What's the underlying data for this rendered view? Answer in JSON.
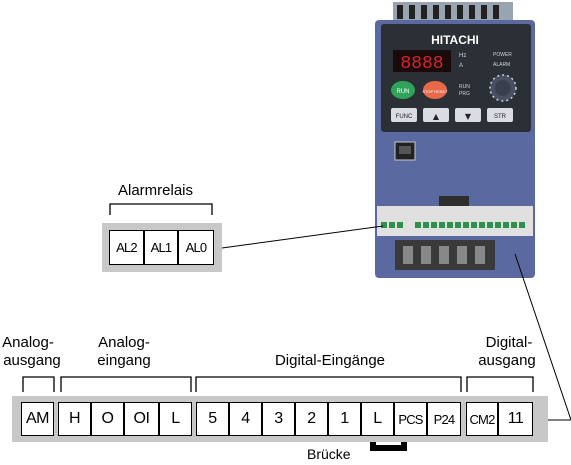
{
  "labels": {
    "alarm_relay": "Alarmrelais",
    "analog_out": [
      "Analog-",
      "ausgang"
    ],
    "analog_in": [
      "Analog-",
      "eingang"
    ],
    "digital_in": "Digital-Eingänge",
    "digital_out": [
      "Digital-",
      "ausgang"
    ],
    "bridge": "Brücke"
  },
  "alarm_terminals": [
    "AL2",
    "AL1",
    "AL0"
  ],
  "main_terminals": [
    "AM",
    "H",
    "O",
    "OI",
    "L",
    "5",
    "4",
    "3",
    "2",
    "1",
    "L",
    "PCS",
    "P24",
    "CM2",
    "11"
  ],
  "inverter": {
    "brand": "HITACHI",
    "display": "8888",
    "display_units": [
      "Hz",
      "A"
    ],
    "indicators": [
      "POWER",
      "ALARM",
      "RUN",
      "PRG"
    ],
    "buttons": [
      "RUN",
      "STOP RESET",
      "FUNC",
      "▲",
      "▼",
      "STR"
    ]
  },
  "colors": {
    "strip": "#c8c8c8",
    "inverter_body": "#5a6aa0",
    "panel": "#2b2f36",
    "run_button": "#2fa35a",
    "stop_button": "#e86a4a",
    "led": "#d8242a"
  }
}
